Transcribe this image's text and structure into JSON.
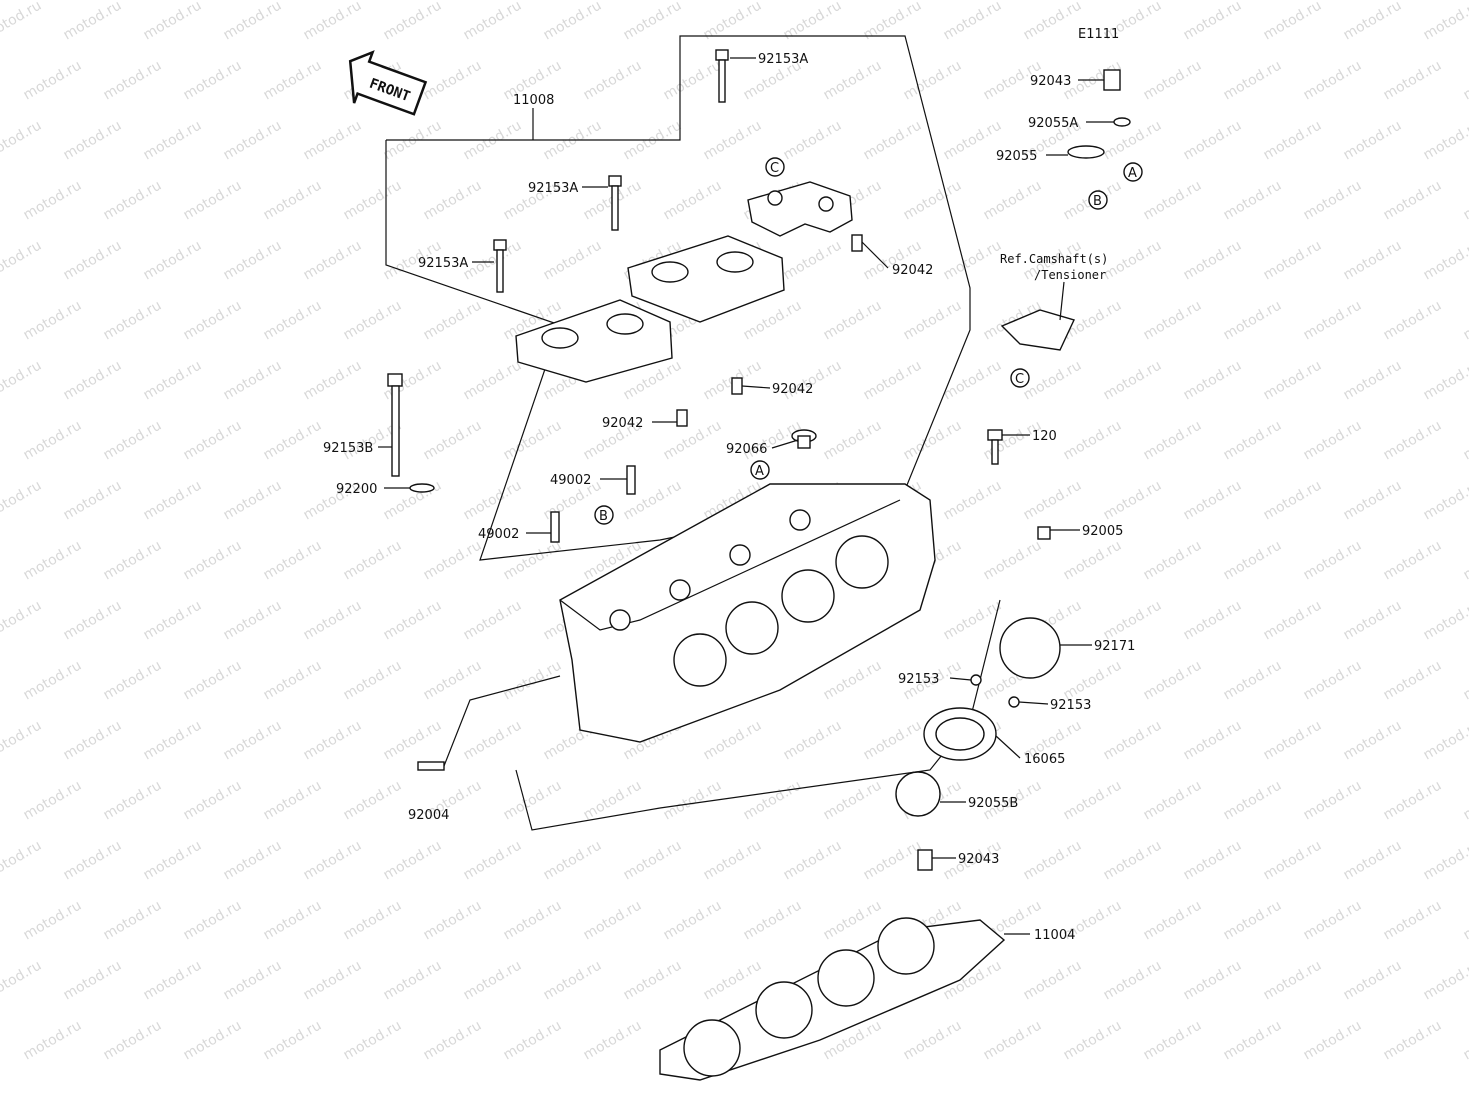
{
  "diagram": {
    "code": "E1111",
    "front_label": "FRONT",
    "watermark": "motod.ru",
    "ref_note": [
      "Ref.Camshaft(s)",
      "/Tensioner"
    ],
    "callout_letters": {
      "a": "A",
      "b": "B",
      "c": "C"
    },
    "parts": {
      "p11008": "11008",
      "p92153a_1": "92153A",
      "p92153a_2": "92153A",
      "p92153a_3": "92153A",
      "p92042_1": "92042",
      "p92042_2": "92042",
      "p92042_3": "92042",
      "p92153b": "92153B",
      "p92200": "92200",
      "p49002_1": "49002",
      "p49002_2": "49002",
      "p92066": "92066",
      "p92043_1": "92043",
      "p92055a": "92055A",
      "p92055": "92055",
      "p120": "120",
      "p92005": "92005",
      "p92171": "92171",
      "p92153_1": "92153",
      "p92153_2": "92153",
      "p16065": "16065",
      "p92055b": "92055B",
      "p92043_2": "92043",
      "p11004": "11004",
      "p92004": "92004"
    }
  }
}
